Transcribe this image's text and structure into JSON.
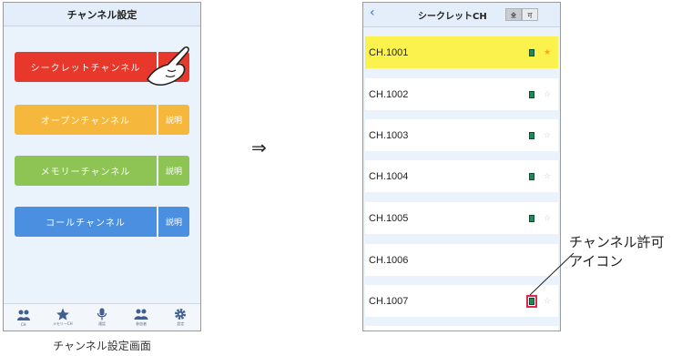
{
  "left_screen": {
    "title": "チャンネル設定",
    "channels": [
      {
        "label": "シークレットチャンネル",
        "desc_label": "説明",
        "color": "#e8372b"
      },
      {
        "label": "オープンチャンネル",
        "desc_label": "説明",
        "color": "#f5b83d"
      },
      {
        "label": "メモリーチャンネル",
        "desc_label": "説明",
        "color": "#8ec454"
      },
      {
        "label": "コールチャンネル",
        "desc_label": "説明",
        "color": "#4a8fe0"
      }
    ],
    "tabs": [
      {
        "label": "CH",
        "icon": "group-icon"
      },
      {
        "label": "メモリーCH",
        "icon": "star-icon"
      },
      {
        "label": "通話",
        "icon": "microphone-icon"
      },
      {
        "label": "参加者",
        "icon": "people-icon"
      },
      {
        "label": "設定",
        "icon": "gear-icon"
      }
    ],
    "caption": "チャンネル設定画面"
  },
  "arrow": "⇒",
  "right_screen": {
    "back_label": "‹",
    "title": "シークレットCH",
    "filter_all": "全",
    "filter_allowed": "可",
    "items": [
      {
        "label": "CH.1001",
        "highlighted": true,
        "permission_icon": true,
        "favorite": true
      },
      {
        "label": "CH.1002",
        "highlighted": false,
        "permission_icon": true,
        "favorite": false
      },
      {
        "label": "CH.1003",
        "highlighted": false,
        "permission_icon": true,
        "favorite": false
      },
      {
        "label": "CH.1004",
        "highlighted": false,
        "permission_icon": true,
        "favorite": false
      },
      {
        "label": "CH.1005",
        "highlighted": false,
        "permission_icon": true,
        "favorite": false
      },
      {
        "label": "CH.1006",
        "highlighted": false,
        "permission_icon": false,
        "favorite": false
      },
      {
        "label": "CH.1007",
        "highlighted": false,
        "permission_icon": true,
        "favorite": false
      }
    ]
  },
  "annotation": {
    "line1": "チャンネル許可",
    "line2": "アイコン"
  },
  "colors": {
    "highlight": "#fcf24e",
    "permission_icon": "#1e8a5a",
    "annotation_box": "#e0284f",
    "favorite_star": "#f5a623"
  }
}
